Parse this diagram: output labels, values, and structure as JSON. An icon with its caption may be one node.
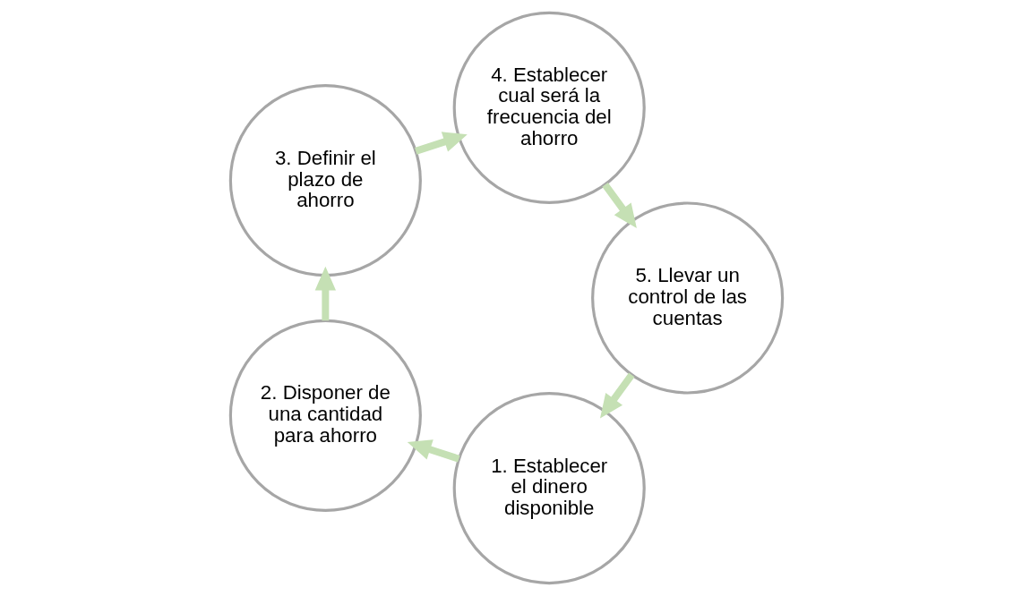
{
  "diagram": {
    "nodes": [
      {
        "text": [
          "1. Establecer el dinero disponible"
        ]
      },
      {
        "text": [
          "2. Disponer de una cantidad para ahorro"
        ]
      },
      {
        "text": [
          "3. Definir el plazo de ahorro"
        ]
      },
      {
        "text": [
          "4. Establecer cual será la frecuencia del ahorro"
        ]
      },
      {
        "text": [
          "5. Llevar un control de las cuentas"
        ]
      }
    ],
    "edges": [
      {
        "from": 0,
        "to": 1,
        "arrow": "to"
      },
      {
        "from": 1,
        "to": 2,
        "arrow": "to"
      },
      {
        "from": 2,
        "to": 3,
        "arrow": "to"
      },
      {
        "from": 3,
        "to": 4,
        "arrow": "to"
      },
      {
        "from": 4,
        "to": 0,
        "arrow": "to"
      }
    ]
  }
}
